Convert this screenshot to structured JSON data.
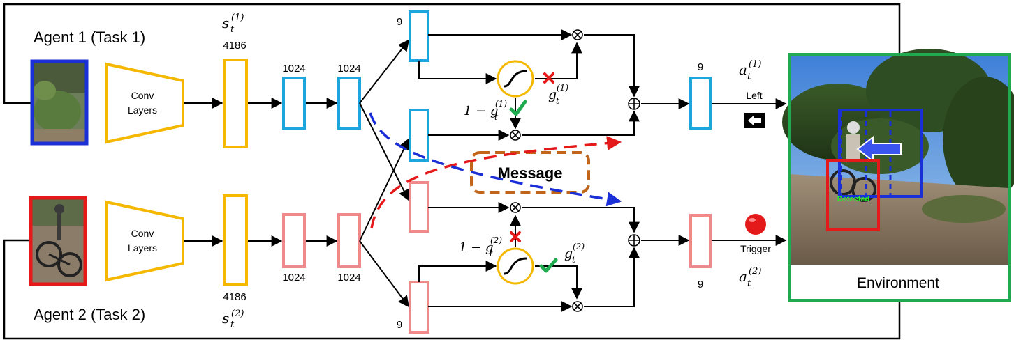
{
  "agents": {
    "agent1": {
      "title": "Agent 1 (Task 1)",
      "conv_line1": "Conv",
      "conv_line2": "Layers",
      "state_dim": "4186",
      "state_sym": "s",
      "state_sup": "(1)",
      "fc1_dim": "1024",
      "fc2_dim": "1024",
      "branch_dim": "9",
      "out_dim": "9",
      "action_sym": "a",
      "action_sup": "(1)",
      "action_label": "Left"
    },
    "agent2": {
      "title": "Agent 2 (Task 2)",
      "conv_line1": "Conv",
      "conv_line2": "Layers",
      "state_dim": "4186",
      "state_sym": "s",
      "state_sup": "(2)",
      "fc1_dim": "1024",
      "fc2_dim": "1024",
      "branch_dim": "9",
      "out_dim": "9",
      "action_sym": "a",
      "action_sup": "(2)",
      "action_label": "Trigger"
    }
  },
  "gates": {
    "gate1": {
      "g_sym": "g",
      "g_sup": "(1)",
      "one_minus_prefix": "1 − g",
      "one_minus_sup": "(1)"
    },
    "gate2": {
      "g_sym": "g",
      "g_sup": "(2)",
      "one_minus_prefix": "1 − g",
      "one_minus_sup": "(2)"
    }
  },
  "subscript_t": "t",
  "message_label": "Message",
  "environment": {
    "label": "Environment",
    "detection_text": "Detected"
  },
  "colors": {
    "agent1_border": "#1a2fd6",
    "agent2_border": "#e41a1a",
    "conv": "#f5b800",
    "agent1_fc": "#1ca6dd",
    "agent2_fc": "#f08a8a",
    "message_border": "#c0651a",
    "env_border": "#1faa4f",
    "dash_red": "#e41a1a",
    "dash_blue": "#1a2fd6",
    "check": "#1faa4f",
    "cross": "#e41a1a"
  },
  "icons": {
    "left_arrow": "left-arrow-icon",
    "trigger": "red-dot-icon",
    "check": "check-icon",
    "cross": "cross-icon",
    "sigmoid": "sigmoid-icon"
  }
}
